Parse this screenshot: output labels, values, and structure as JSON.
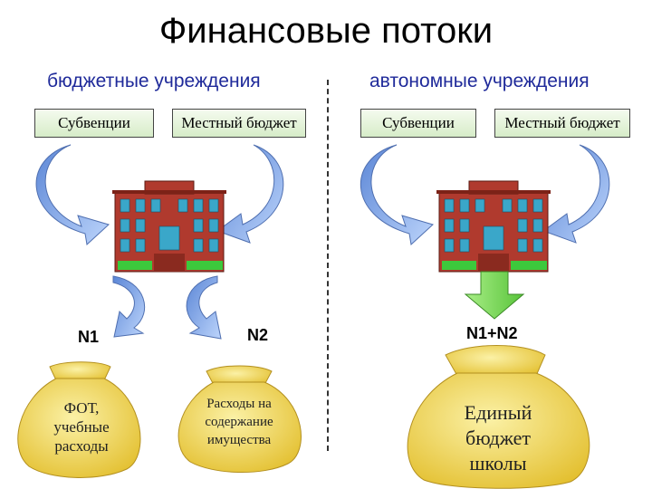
{
  "title": "Финансовые потоки",
  "left": {
    "heading": "бюджетные учреждения",
    "box1": "Субвенции",
    "box2": "Местный бюджет",
    "n1": "N1",
    "n2": "N2",
    "bag1": [
      "ФОТ,",
      "учебные",
      "расходы"
    ],
    "bag2": [
      "Расходы на",
      "содержание",
      "имущества"
    ]
  },
  "right": {
    "heading": "автономные учреждения",
    "box1": "Субвенции",
    "box2": "Местный бюджет",
    "n": "N1+N2",
    "bag": [
      "Единый",
      "бюджет",
      "школы"
    ]
  },
  "colors": {
    "heading": "#1f2a9a",
    "building": "#b03a2e",
    "arrow": "#8fb4ee",
    "bag": "#f2d652",
    "green_arrow": "#7ed957"
  }
}
